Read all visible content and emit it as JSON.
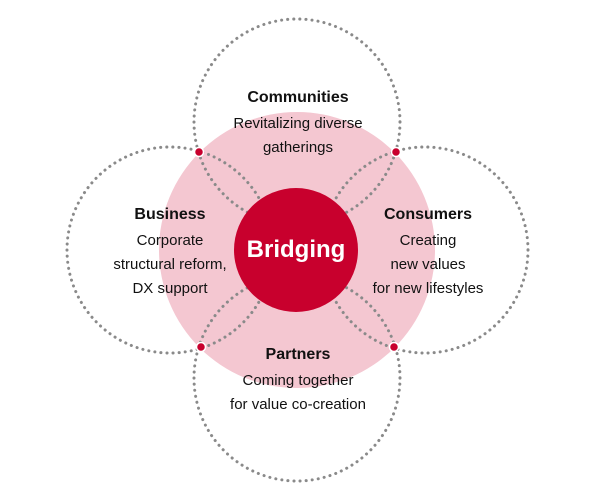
{
  "colors": {
    "accent": "#c8002d",
    "halo": "#f4c7d1",
    "dotted": "#8a8a8a",
    "text": "#111111"
  },
  "center": {
    "label": "Bridging"
  },
  "nodes": {
    "communities": {
      "title": "Communities",
      "lines": [
        "Revitalizing diverse",
        "gatherings"
      ]
    },
    "business": {
      "title": "Business",
      "lines": [
        "Corporate",
        "structural reform,",
        "DX support"
      ]
    },
    "consumers": {
      "title": "Consumers",
      "lines": [
        "Creating",
        "new values",
        "for new lifestyles"
      ]
    },
    "partners": {
      "title": "Partners",
      "lines": [
        "Coming together",
        "for value co-creation"
      ]
    }
  }
}
